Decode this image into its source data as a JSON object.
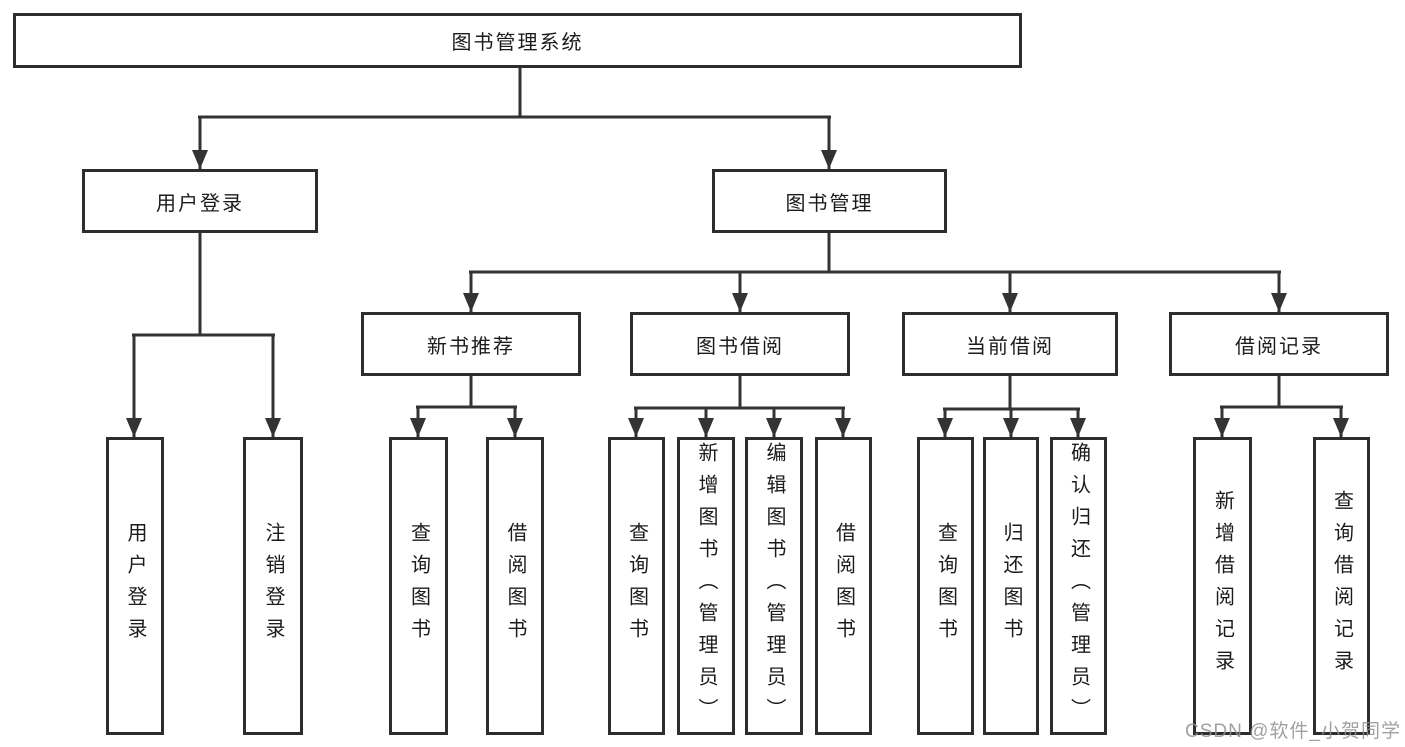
{
  "diagram_title": "图书管理系统",
  "colors": {
    "background": "#ffffff",
    "line": "#333333",
    "border": "#2d2d2d",
    "text": "#1c1c1c",
    "watermark": "#919191"
  },
  "tree": {
    "label": "图书管理系统",
    "children": [
      {
        "label": "用户登录",
        "children": [
          {
            "label": "用户登录"
          },
          {
            "label": "注销登录"
          }
        ]
      },
      {
        "label": "图书管理",
        "children": [
          {
            "label": "新书推荐",
            "children": [
              {
                "label": "查询图书"
              },
              {
                "label": "借阅图书"
              }
            ]
          },
          {
            "label": "图书借阅",
            "children": [
              {
                "label": "查询图书"
              },
              {
                "label": "新增图书（管理员）"
              },
              {
                "label": "编辑图书（管理员）"
              },
              {
                "label": "借阅图书"
              }
            ]
          },
          {
            "label": "当前借阅",
            "children": [
              {
                "label": "查询图书"
              },
              {
                "label": "归还图书"
              },
              {
                "label": "确认归还（管理员）"
              }
            ]
          },
          {
            "label": "借阅记录",
            "children": [
              {
                "label": "新增借阅记录"
              },
              {
                "label": "查询借阅记录"
              }
            ]
          }
        ]
      }
    ]
  },
  "watermark": {
    "text": "CSDN @软件_小贺同学"
  }
}
